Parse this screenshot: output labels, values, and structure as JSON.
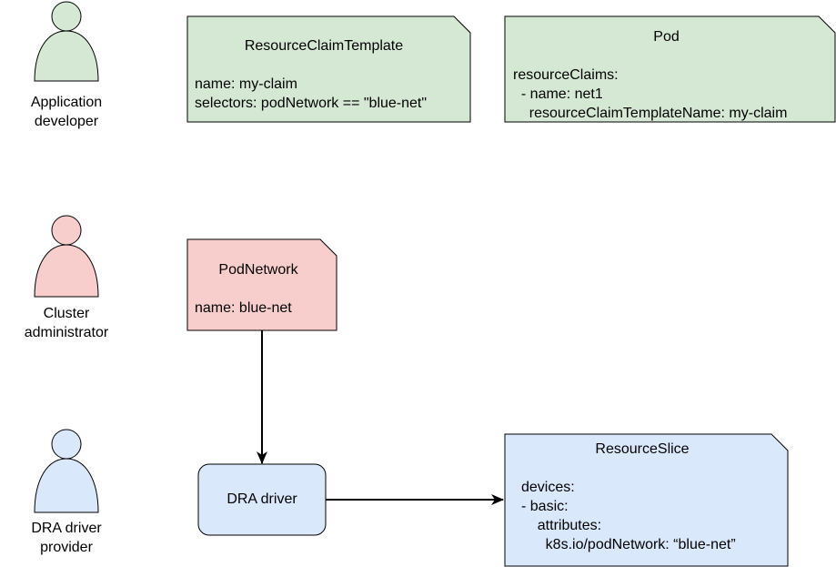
{
  "actors": [
    {
      "id": "app-dev",
      "label": "Application\ndeveloper",
      "color": "#d5e8d4"
    },
    {
      "id": "cluster-admin",
      "label": "Cluster\nadministrator",
      "color": "#f8cecc"
    },
    {
      "id": "dra-provider",
      "label": "DRA driver\nprovider",
      "color": "#dae8fc"
    }
  ],
  "notes": {
    "resource_claim_template": {
      "title": "ResourceClaimTemplate",
      "body": "name: my-claim\nselectors: podNetwork == \"blue-net\"",
      "fill": "#d5e8d4"
    },
    "pod": {
      "title": "Pod",
      "body": "resourceClaims:\n  - name: net1\n    resourceClaimTemplateName: my-claim",
      "fill": "#d5e8d4"
    },
    "pod_network": {
      "title": "PodNetwork",
      "body": "name: blue-net",
      "fill": "#f8cecc"
    },
    "resource_slice": {
      "title": "ResourceSlice",
      "body": "devices:\n- basic:\n    attributes:\n      k8s.io/podNetwork: “blue-net”",
      "fill": "#dae8fc"
    }
  },
  "dra_driver": {
    "label": "DRA driver",
    "fill": "#dae8fc"
  },
  "colors": {
    "stroke": "#000000",
    "green": "#d5e8d4",
    "red": "#f8cecc",
    "blue": "#dae8fc"
  }
}
